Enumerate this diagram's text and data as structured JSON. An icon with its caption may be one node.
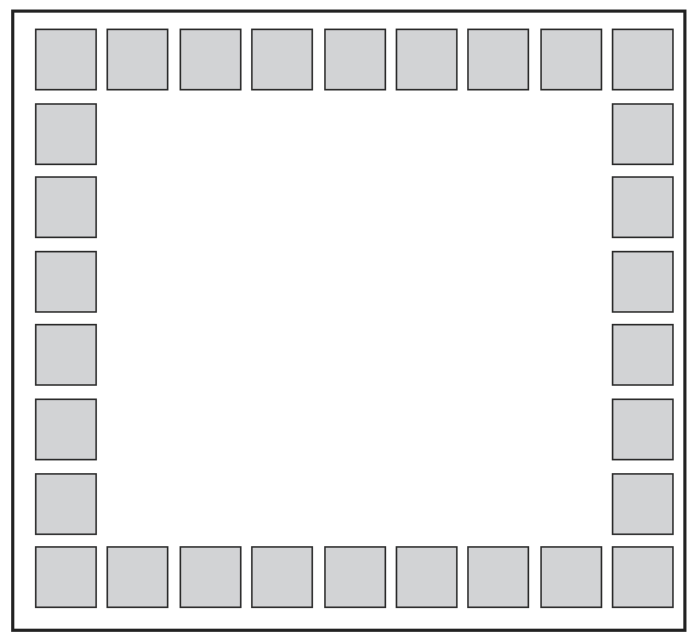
{
  "diagram": {
    "nodes": [
      {
        "text": [],
        "shape": "box"
      },
      {
        "text": [],
        "shape": "box",
        "in": 0
      },
      {
        "text": [],
        "shape": "box",
        "in": 0
      },
      {
        "text": [],
        "shape": "box",
        "in": 0
      },
      {
        "text": [],
        "shape": "box",
        "in": 0
      },
      {
        "text": [],
        "shape": "box",
        "in": 0
      },
      {
        "text": [],
        "shape": "box",
        "in": 0
      },
      {
        "text": [],
        "shape": "box",
        "in": 0
      },
      {
        "text": [],
        "shape": "box",
        "in": 0
      },
      {
        "text": [],
        "shape": "box",
        "in": 0
      },
      {
        "text": [],
        "shape": "box",
        "in": 0
      },
      {
        "text": [],
        "shape": "box",
        "in": 0
      },
      {
        "text": [],
        "shape": "box",
        "in": 0
      },
      {
        "text": [],
        "shape": "box",
        "in": 0
      },
      {
        "text": [],
        "shape": "box",
        "in": 0
      },
      {
        "text": [],
        "shape": "box",
        "in": 0
      },
      {
        "text": [],
        "shape": "box",
        "in": 0
      },
      {
        "text": [],
        "shape": "box",
        "in": 0
      },
      {
        "text": [],
        "shape": "box",
        "in": 0
      },
      {
        "text": [],
        "shape": "box",
        "in": 0
      },
      {
        "text": [],
        "shape": "box",
        "in": 0
      },
      {
        "text": [],
        "shape": "box",
        "in": 0
      },
      {
        "text": [],
        "shape": "box",
        "in": 0
      },
      {
        "text": [],
        "shape": "box",
        "in": 0
      },
      {
        "text": [],
        "shape": "box",
        "in": 0
      },
      {
        "text": [],
        "shape": "box",
        "in": 0
      },
      {
        "text": [],
        "shape": "box",
        "in": 0
      },
      {
        "text": [],
        "shape": "box",
        "in": 0
      },
      {
        "text": [],
        "shape": "box",
        "in": 0
      },
      {
        "text": [],
        "shape": "box",
        "in": 0
      },
      {
        "text": [],
        "shape": "box",
        "in": 0
      }
    ]
  }
}
